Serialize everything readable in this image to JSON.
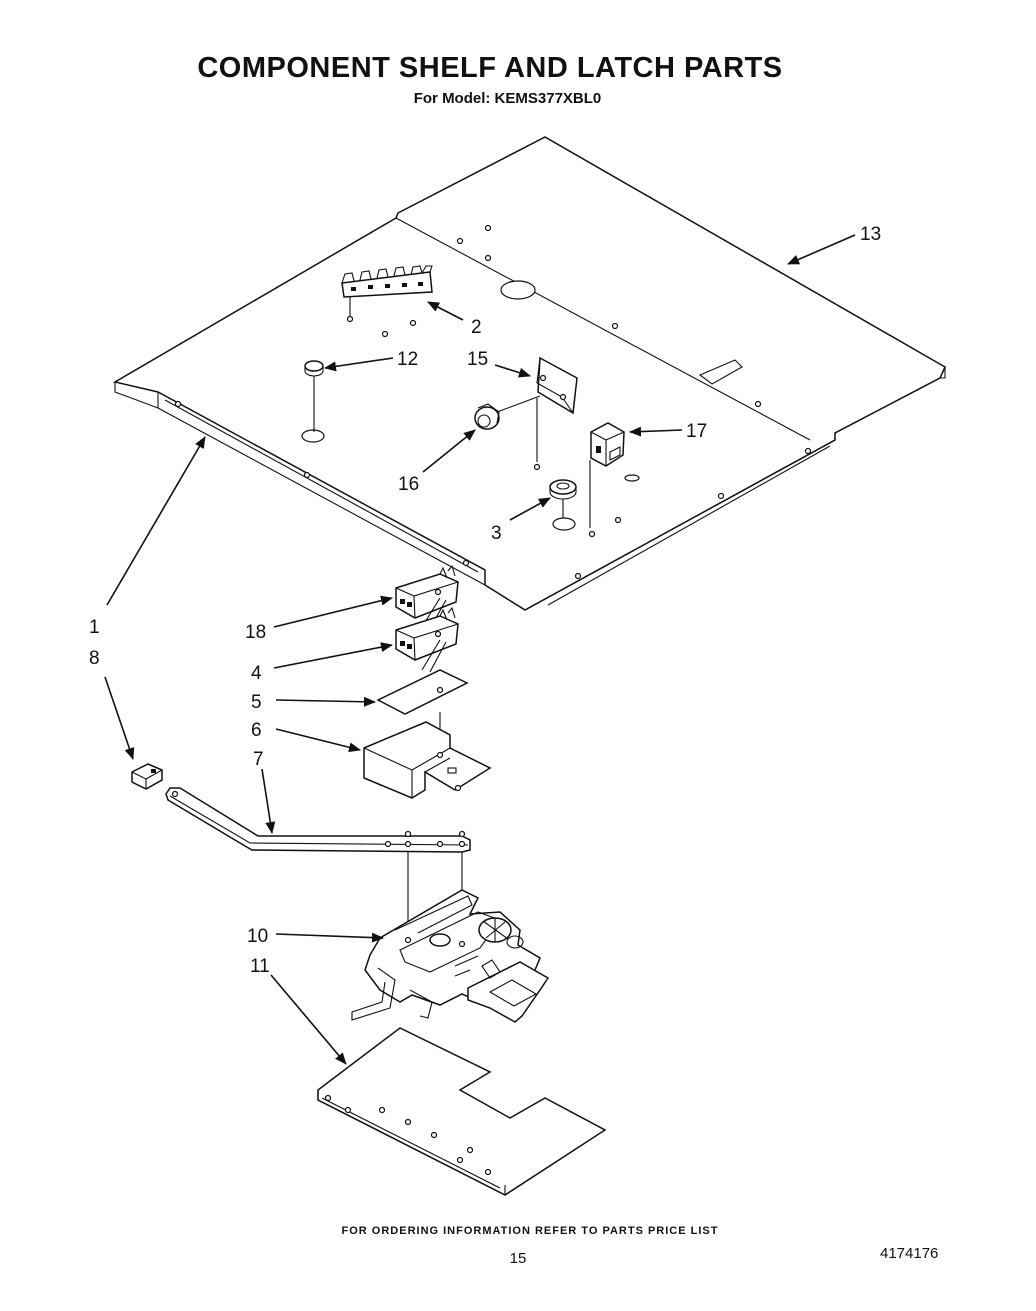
{
  "header": {
    "title": "COMPONENT SHELF AND LATCH PARTS",
    "subtitle": "For Model: KEMS377XBL0"
  },
  "footer": {
    "ordering_note": "FOR ORDERING INFORMATION REFER TO PARTS PRICE LIST",
    "page_number": "15",
    "document_number": "4174176"
  },
  "callouts": {
    "c1": "1",
    "c2": "2",
    "c3": "3",
    "c4": "4",
    "c5": "5",
    "c6": "6",
    "c7": "7",
    "c8": "8",
    "c10": "10",
    "c11": "11",
    "c12": "12",
    "c13": "13",
    "c15": "15",
    "c16": "16",
    "c17": "17",
    "c18": "18"
  }
}
